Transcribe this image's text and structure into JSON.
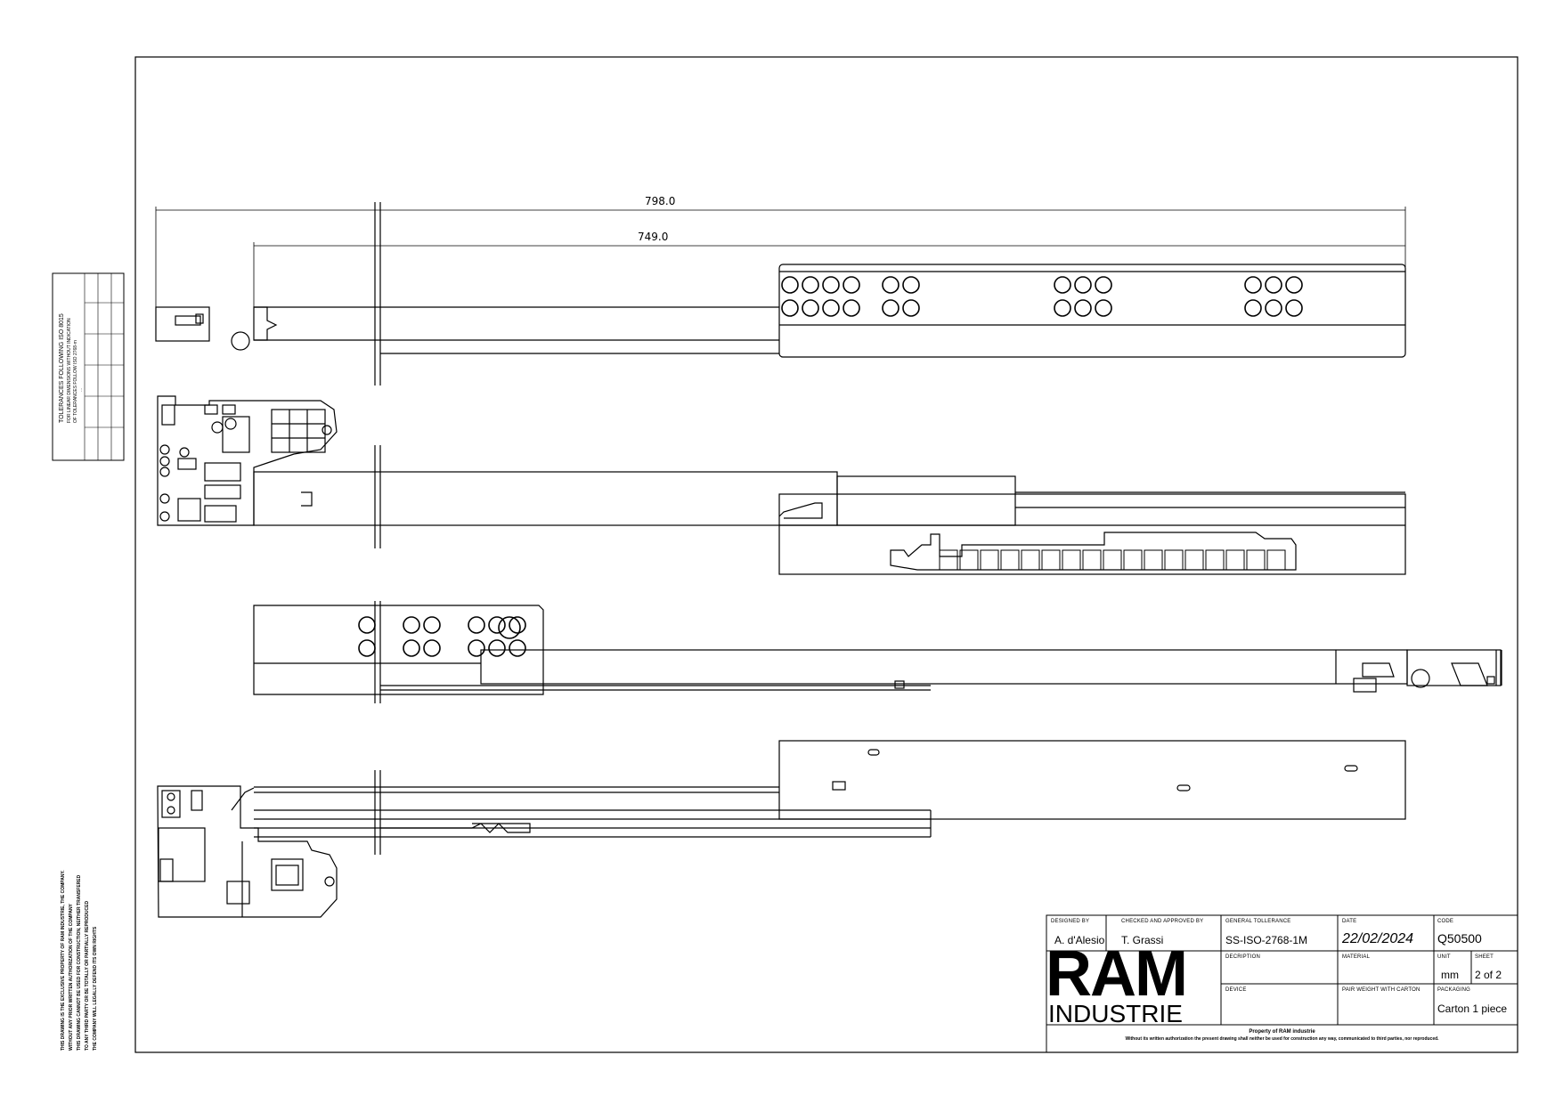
{
  "dimensions": {
    "overall_length": "798.0",
    "rail_length": "749.0"
  },
  "tolerance_note": {
    "title": "TOLERANCES FOLLOWING ISO 8015",
    "line2": "FOR LINEAR DIMENSIONS WITHOUT INDICATION",
    "line3": "OF TOLERANCES FOLLOW ISO 2768-m",
    "line4": "..."
  },
  "property_note": {
    "line1": "THIS DRAWING IS THE EXCLUSIVE PROPERTY OF RAM INDUSTRIE, THE COMPANY.",
    "line2": "WITHOUT ANY PRIOR WRITTEN AUTHORIZATION OF THE COMPANY",
    "line3": "THIS DRAWING CANNOT BE USED FOR CONSTRUCTION, NEITHER TRANSFERED",
    "line4": "TO ANY THIRD PARTY OR BE TOTALLY OR PARTIALLY REPRODUCED",
    "line5": "THE COMPANY WILL LEGALLY DEFEND ITS OWN RIGHTS"
  },
  "title_block": {
    "designed_by_label": "DESIGNED BY",
    "designed_by": "A. d'Alesio",
    "checked_label": "CHECKED AND APPROVED BY",
    "checked_by": "T. Grassi",
    "general_tolerance_label": "GENERAL TOLLERANCE",
    "general_tolerance": "SS-ISO-2768-1M",
    "date_label": "DATE",
    "date": "22/02/2024",
    "code_label": "CODE",
    "code": "Q50500",
    "description_label": "DECRIPTION",
    "material_label": "MATERIAL",
    "unit_label": "UNIT",
    "unit": "mm",
    "sheet_label": "SHEET",
    "sheet": "2 of 2",
    "device_label": "DEVICE",
    "pair_weight_label": "PAIR WEIGHT WITH CARTON",
    "packaging_label": "PACKAGING",
    "packaging": "Carton 1 piece",
    "logo_top": "RAM",
    "logo_bottom": "INDUSTRIE",
    "footer_line1": "Property of RAM industrie",
    "footer_line2": "Without its written authorization the present drawing shall neither be used for construction any way, communicated to third parties, nor reproduced."
  }
}
